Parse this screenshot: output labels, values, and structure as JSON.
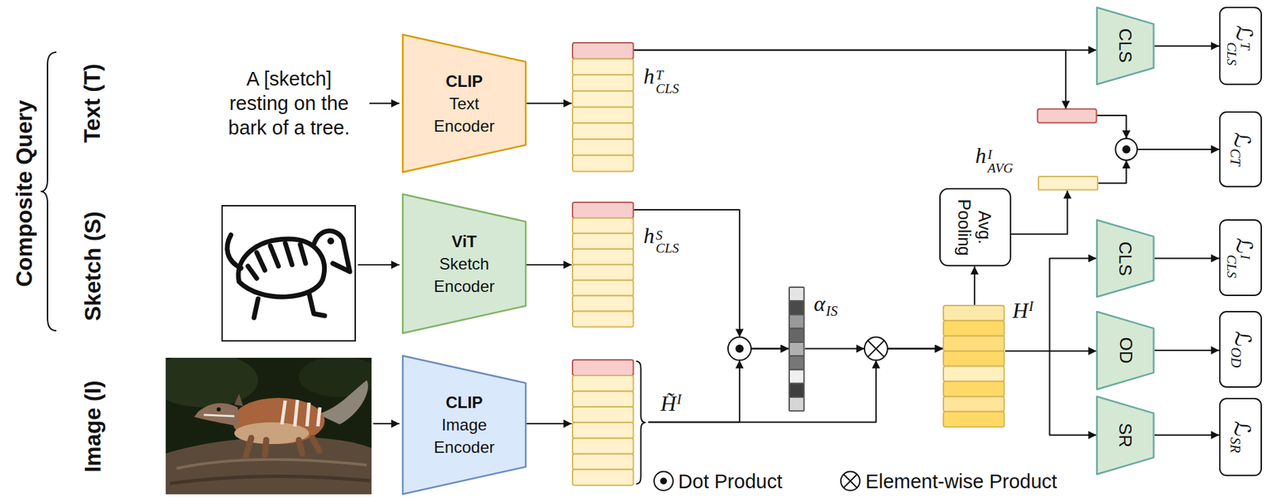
{
  "diagram": {
    "nodes": [
      {
        "text": [
          "CLIP",
          "Text Encoder"
        ]
      },
      {
        "text": [
          "h",
          "T",
          "CLS"
        ]
      },
      {
        "text": [
          "ViT",
          "Sketch Encoder"
        ]
      },
      {
        "text": [
          "h",
          "S",
          "CLS"
        ]
      },
      {
        "text": [
          "CLIP",
          "Image Encoder"
        ]
      },
      {
        "text": [
          "H̃",
          "I"
        ]
      },
      {
        "text": [
          "α",
          "IS"
        ]
      },
      {
        "text": [
          "H",
          "I"
        ]
      },
      {
        "text": [
          "Avg. Pooling"
        ]
      },
      {
        "text": [
          "h",
          "I",
          "AVG"
        ]
      },
      {
        "text": [
          "CLS"
        ]
      },
      {
        "text": [
          "CLS"
        ]
      },
      {
        "text": [
          "OD"
        ]
      },
      {
        "text": [
          "SR"
        ]
      },
      {
        "text": [
          "ℒ",
          "T",
          "CLS"
        ]
      },
      {
        "text": [
          "ℒ",
          "CT"
        ]
      },
      {
        "text": [
          "ℒ",
          "I",
          "CLS"
        ]
      },
      {
        "text": [
          "ℒ",
          "OD"
        ]
      },
      {
        "text": [
          "ℒ",
          "SR"
        ]
      }
    ],
    "edges": [
      {
        "from": 0,
        "to": 1,
        "arrow": "to"
      },
      {
        "from": 2,
        "to": 3,
        "arrow": "to"
      },
      {
        "from": 4,
        "to": 5,
        "arrow": "to"
      },
      {
        "from": 1,
        "to": 10,
        "arrow": "to"
      },
      {
        "from": 10,
        "to": 14,
        "arrow": "to"
      },
      {
        "from": 1,
        "to": 15,
        "arrow": "to"
      },
      {
        "from": 9,
        "to": 15,
        "arrow": "to"
      },
      {
        "from": 8,
        "to": 9,
        "arrow": "to"
      },
      {
        "from": 7,
        "to": 8,
        "arrow": "to"
      },
      {
        "from": 7,
        "to": 11,
        "arrow": "to"
      },
      {
        "from": 7,
        "to": 12,
        "arrow": "to"
      },
      {
        "from": 7,
        "to": 13,
        "arrow": "to"
      },
      {
        "from": 11,
        "to": 16,
        "arrow": "to"
      },
      {
        "from": 12,
        "to": 17,
        "arrow": "to"
      },
      {
        "from": 13,
        "to": 18,
        "arrow": "to"
      },
      {
        "from": 3,
        "to": 6,
        "arrow": "to"
      },
      {
        "from": 5,
        "to": 6,
        "arrow": "to"
      },
      {
        "from": 6,
        "to": 7,
        "arrow": "to"
      },
      {
        "from": 5,
        "to": 7,
        "arrow": "to"
      }
    ],
    "labels": [
      "Composite Query",
      "Text (T)",
      "Sketch (S)",
      "Image (I)",
      "A [sketch] resting on the bark of a tree."
    ],
    "legend": [
      {
        "text": "Dot Product"
      },
      {
        "text": "Element-wise Product"
      }
    ]
  }
}
